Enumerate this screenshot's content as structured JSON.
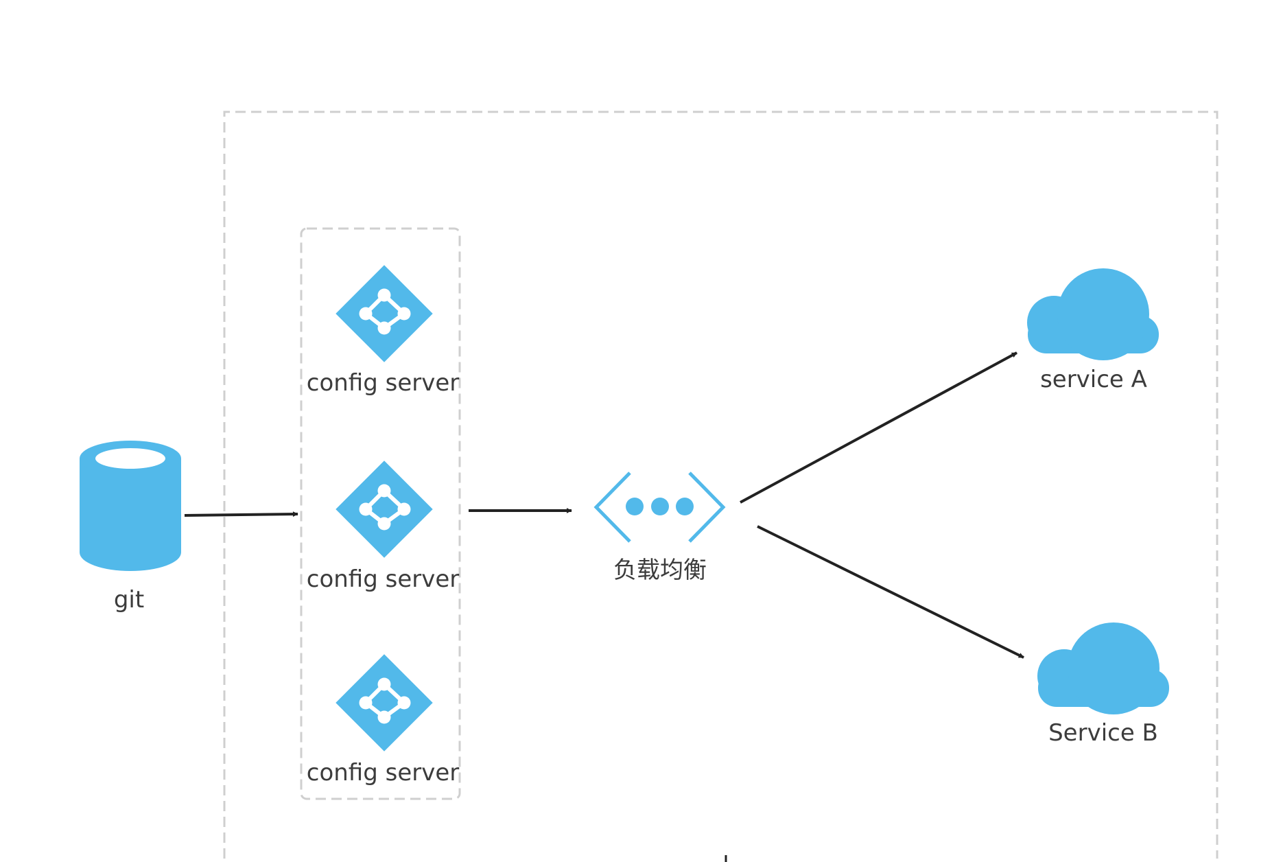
{
  "colors": {
    "accent": "#52b9ea",
    "frame": "#cfcfcf",
    "arrow": "#222222",
    "text": "#3c3c3c"
  },
  "nodes": {
    "git": {
      "label": "git",
      "icon": "database-icon"
    },
    "config_servers": [
      {
        "label": "config server",
        "icon": "config-server-icon"
      },
      {
        "label": "config server",
        "icon": "config-server-icon"
      },
      {
        "label": "config server",
        "icon": "config-server-icon"
      }
    ],
    "load_balancer": {
      "label": "负载均衡",
      "icon": "load-balancer-icon"
    },
    "service_a": {
      "label": "service A",
      "icon": "cloud-icon"
    },
    "service_b": {
      "label": "Service B",
      "icon": "cloud-icon"
    }
  }
}
